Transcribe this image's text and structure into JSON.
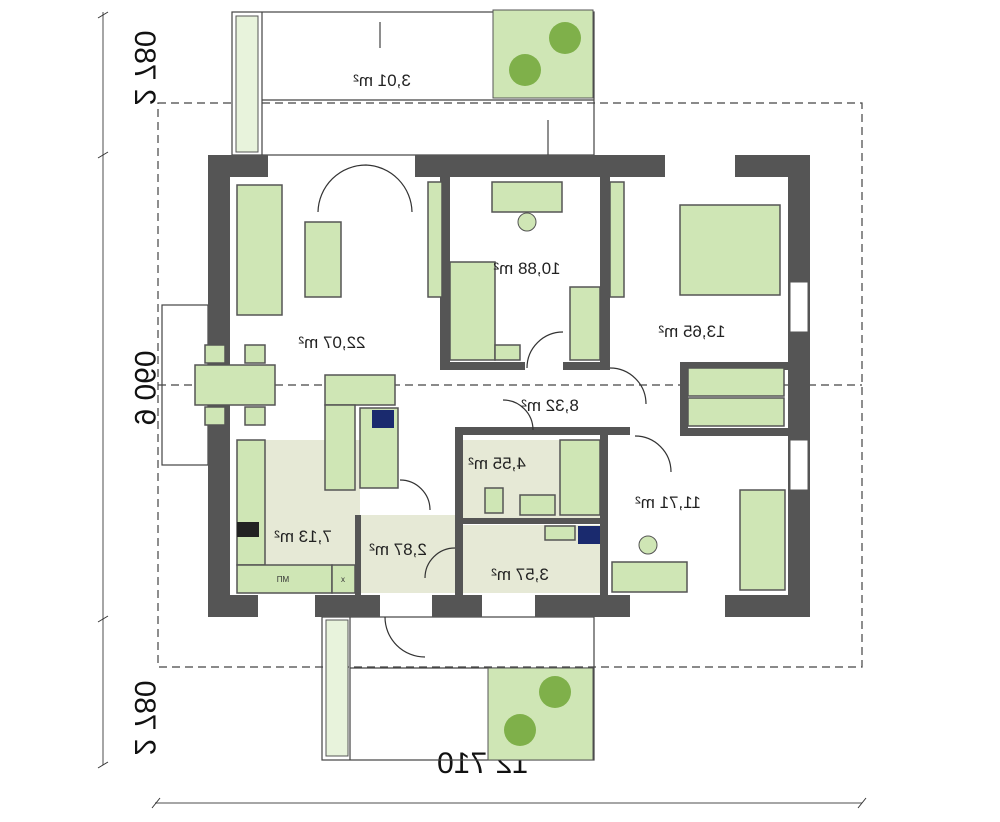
{
  "rooms": [
    {
      "id": "terrace-top",
      "area": "3,01 m²"
    },
    {
      "id": "bedroom-1",
      "area": "10,88 m²"
    },
    {
      "id": "living-room",
      "area": "22,07 m²"
    },
    {
      "id": "bedroom-2",
      "area": "13,65 m²"
    },
    {
      "id": "hallway",
      "area": "8,32 m²"
    },
    {
      "id": "bathroom",
      "area": "4,55 m²"
    },
    {
      "id": "bedroom-3",
      "area": "11,71 m²"
    },
    {
      "id": "kitchen",
      "area": "7,13 m²"
    },
    {
      "id": "vestibule",
      "area": "2,87 m²"
    },
    {
      "id": "utility",
      "area": "3,57 m²"
    }
  ],
  "dimensions": {
    "top": "2 780",
    "middle": "9 060",
    "bottom": "2 780",
    "width": "12 710"
  },
  "appliances": {
    "dishwasher": "ПМ",
    "fridge": "x"
  },
  "colors": {
    "wall": "#555555",
    "furniture": "#cfe6b5",
    "floor": "#e6e9d6"
  }
}
